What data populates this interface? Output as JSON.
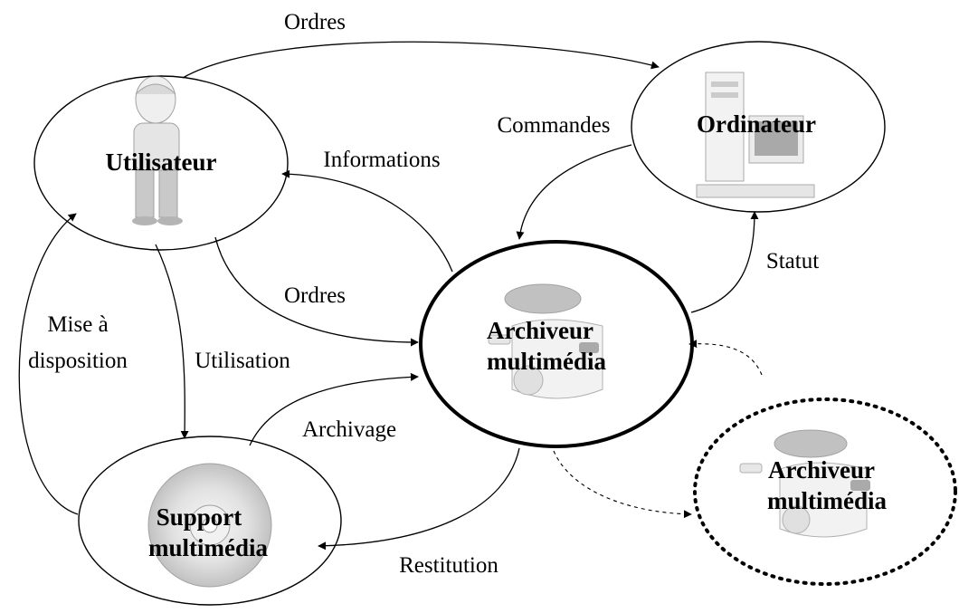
{
  "nodes": {
    "utilisateur": {
      "label": "Utilisateur",
      "icon": "person-icon"
    },
    "ordinateur": {
      "label": "Ordinateur",
      "icon": "desktop-computer-icon"
    },
    "archiveur": {
      "label_line1": "Archiveur",
      "label_line2": "multimédia",
      "icon": "archiver-device-icon"
    },
    "archiveur_secondary": {
      "label_line1": "Archiveur",
      "label_line2": "multimédia",
      "icon": "archiver-device-icon"
    },
    "support": {
      "label_line1": "Support",
      "label_line2": "multimédia",
      "icon": "cd-disc-icon"
    }
  },
  "edges": {
    "ordres_top": "Ordres",
    "commandes": "Commandes",
    "informations": "Informations",
    "statut": "Statut",
    "ordres_mid": "Ordres",
    "mise_line1": "Mise à",
    "mise_line2": "disposition",
    "utilisation": "Utilisation",
    "archivage": "Archivage",
    "restitution": "Restitution"
  }
}
